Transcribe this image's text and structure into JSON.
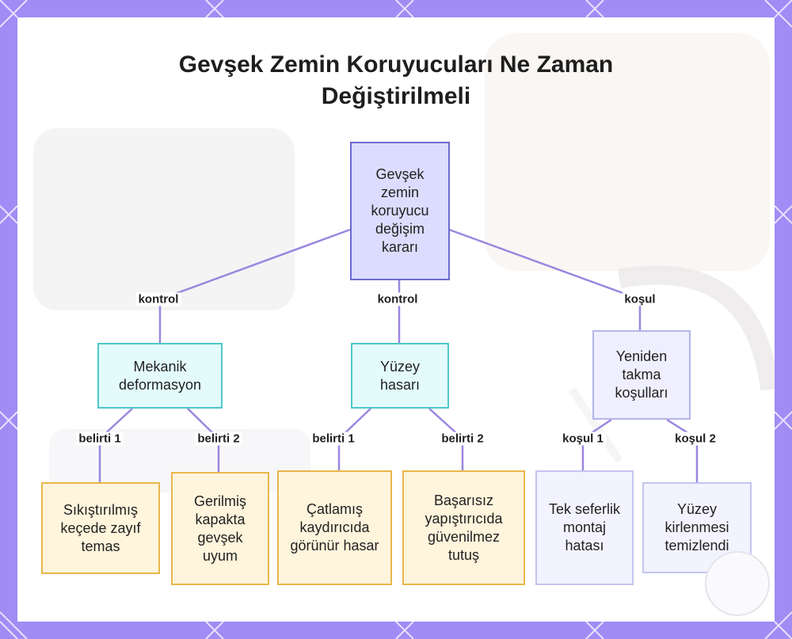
{
  "title": {
    "line1": "Gevşek Zemin Koruyucuları Ne Zaman",
    "line2": "Değiştirilmeli"
  },
  "nodes": {
    "root": "Gevşek zemin koruyucu değişim kararı",
    "mechanical": "Mekanik deformasyon",
    "surface": "Yüzey hasarı",
    "reinstall": "Yeniden takma koşulları",
    "compressed": "Sıkıştırılmış keçede zayıf temas",
    "stretched": "Gerilmiş kapakta gevşek uyum",
    "cracked": "Çatlamış kaydırıcıda görünür hasar",
    "adhesive": "Başarısız yapıştırıcıda güvenilmez tutuş",
    "single_use": "Tek seferlik montaj hatası",
    "cleaned": "Yüzey kirlenmesi temizlendi"
  },
  "edges": {
    "root_mechanical": "kontrol",
    "root_surface": "kontrol",
    "root_reinstall": "koşul",
    "mech_compressed": "belirti 1",
    "mech_stretched": "belirti 2",
    "surf_cracked": "belirti 1",
    "surf_adhesive": "belirti 2",
    "rein_single": "koşul 1",
    "rein_cleaned": "koşul 2"
  },
  "colors": {
    "frame": "#a08cf5",
    "link": "#9b86e0",
    "root_fill": "#dcdcff",
    "teal_fill": "#e4fbfb",
    "yellow_fill": "#fff4dc"
  }
}
